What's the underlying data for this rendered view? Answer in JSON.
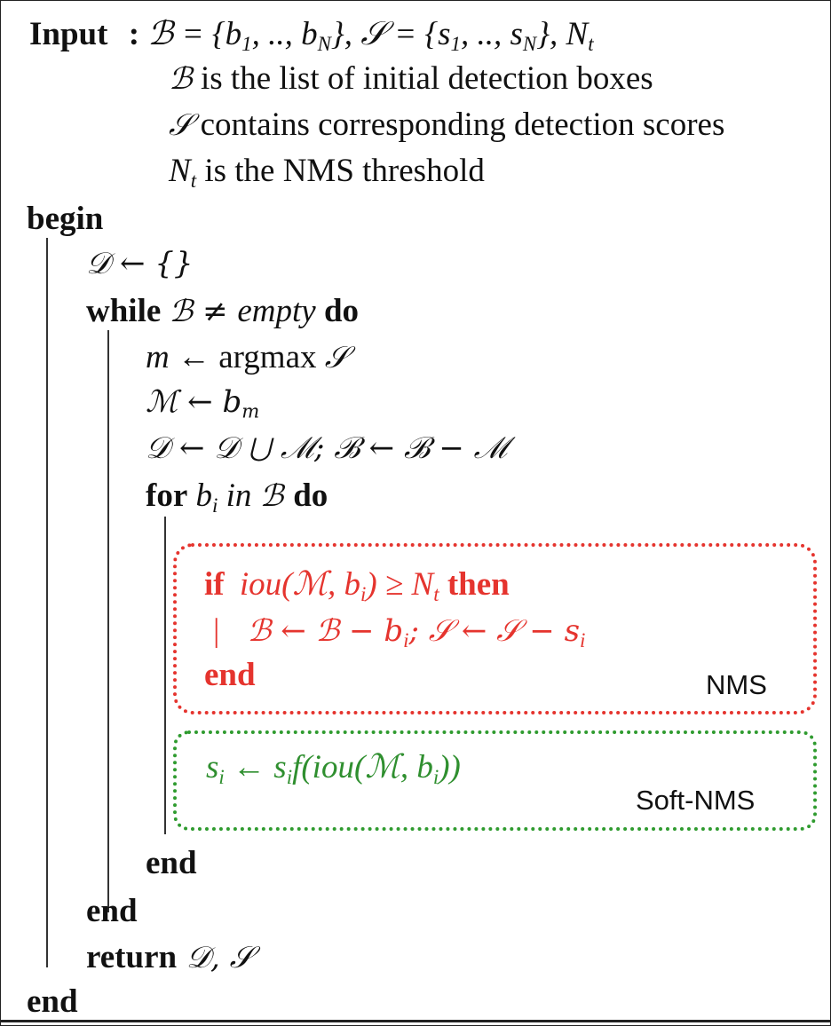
{
  "algorithm": {
    "input": {
      "keyword": "Input",
      "colon": ":",
      "formula_B": "ℬ = {b",
      "formula_B_sub1": "1",
      "formula_B_mid": ", .., b",
      "formula_B_subN": "N",
      "formula_S": "}, 𝒮 = {s",
      "formula_S_sub1": "1",
      "formula_S_mid": ", .., s",
      "formula_S_subN": "N",
      "formula_Nt": "}, N",
      "formula_Nt_sub": "t",
      "desc_B_sym": "ℬ",
      "desc_B_text": " is the list of initial detection boxes",
      "desc_S_sym": "𝒮",
      "desc_S_text": " contains corresponding detection scores",
      "desc_N_sym": "N",
      "desc_N_sub": "t",
      "desc_N_text": " is the NMS threshold"
    },
    "begin": "begin",
    "init_D": "𝒟 ← {}",
    "while": {
      "kw": "while",
      "cond_sym": "ℬ ≠ ",
      "cond_word": "empty",
      "do": "do"
    },
    "argmax": {
      "lhs": "m",
      "rhs": " ← argmax ",
      "sym": "𝒮"
    },
    "assign_M": {
      "text": "ℳ ← b",
      "sub": "m"
    },
    "update": "𝒟 ← 𝒟 ⋃ ℳ; ℬ ← ℬ − ℳ",
    "for": {
      "kw": "for",
      "var": " b",
      "var_sub": "i",
      "in": " in ",
      "sym": "ℬ ",
      "do": "do"
    },
    "nms": {
      "if_kw": "if",
      "cond": "iou(ℳ, b",
      "cond_sub": "i",
      "cond_end": ") ≥ N",
      "cond_end_sub": "t",
      "then_kw": "then",
      "bar": "|",
      "body": "ℬ ← ℬ − b",
      "body_sub": "i",
      "body_mid": "; 𝒮 ← 𝒮 − s",
      "body_sub2": "i",
      "end_kw": "end",
      "label": "NMS"
    },
    "softnms": {
      "lhs": "s",
      "lhs_sub": "i",
      "arrow": " ← s",
      "rhs_sub": "i",
      "rhs": "f(iou(ℳ, b",
      "rhs_sub2": "i",
      "rhs_end": "))",
      "label": "Soft-NMS"
    },
    "end_for": "end",
    "end_while": "end",
    "return": {
      "kw": "return",
      "vals": " 𝒟, 𝒮"
    },
    "end_main": "end"
  }
}
